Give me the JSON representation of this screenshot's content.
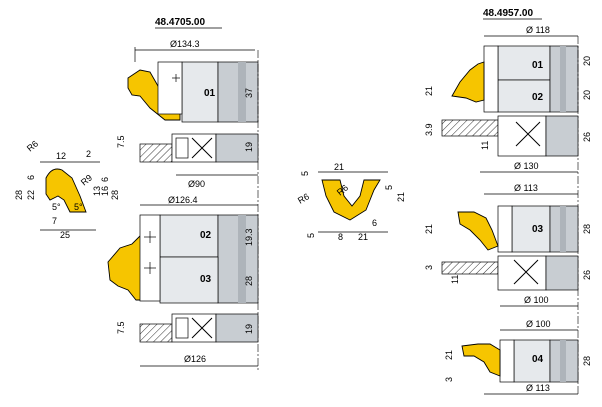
{
  "codes": {
    "left": "48.4705.00",
    "right": "48.4957.00"
  },
  "parts": {
    "p01a": "01",
    "p02a": "02",
    "p03a": "03",
    "p01b": "01",
    "p02b": "02",
    "p03b": "03",
    "p04b": "04"
  },
  "diameters": {
    "d134": "Ø134.3",
    "d90": "Ø90",
    "d126_4": "Ø126.4",
    "d126": "Ø126",
    "d118": "Ø 118",
    "d130": "Ø 130",
    "d113a": "Ø 113",
    "d100a": "Ø 100",
    "d100b": "Ø 100",
    "d113b": "Ø 113"
  },
  "dims": {
    "l37": "37",
    "l19a": "19",
    "l7_5a": "7.5",
    "l19_3": "19.3",
    "l28a": "28",
    "l19b": "19",
    "l7_5b": "7.5",
    "r20a": "20",
    "r20b": "20",
    "r21a": "21",
    "r3_9": "3.9",
    "r11a": "11",
    "r26a": "26",
    "r21b": "21",
    "r28b": "28",
    "r3a": "3",
    "r11b": "11",
    "r26b": "26",
    "r21c": "21",
    "r3b": "3",
    "r28c": "28"
  },
  "profile_left": {
    "R6": "R6",
    "n12": "12",
    "n2": "2",
    "R9": "R9",
    "n6a": "6",
    "n16": "16",
    "n13": "13",
    "n28a": "28",
    "n28b": "28",
    "n22": "22",
    "n6b": "6",
    "n7": "7",
    "deg5a": "5°",
    "deg5b": "5°",
    "n25": "25"
  },
  "profile_mid": {
    "n5a": "5",
    "n21a": "21",
    "n5b": "5",
    "R6a": "R6",
    "R6b": "R6",
    "n21b": "21",
    "n6": "6",
    "n5c": "5",
    "n8": "8",
    "n21c": "21"
  }
}
